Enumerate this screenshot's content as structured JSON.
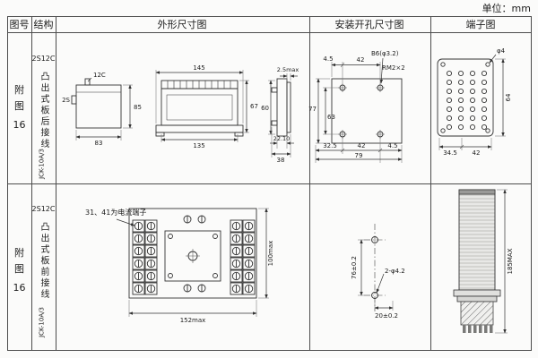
{
  "unit_label": "单位：mm",
  "headers": {
    "fig_no": "图号",
    "structure": "结构",
    "outline": "外形尺寸图",
    "mounting": "安装开孔尺寸图",
    "terminal": "端子图"
  },
  "row1": {
    "fig": {
      "l1": "附",
      "l2": "图",
      "l3": "16"
    },
    "struct": {
      "model": "2S12C",
      "desc": "凸出式板后接线",
      "type": "JCK-10A/3"
    },
    "outline": {
      "lead_top": "12C",
      "lead_left": "2S",
      "body_w": "83",
      "body_h": "85",
      "total_w": "145",
      "inner_w": "135",
      "front_h": "67",
      "panel_t": "2.5max",
      "side_h": "60",
      "depth1": "22.10",
      "depth2": "38"
    },
    "mount": {
      "top_off": "4.5",
      "top_span": "42",
      "hole": "B6(φ3.2)",
      "screw": "RM2×2",
      "left_total": "77",
      "left_inner": "63",
      "bot1": "32.5",
      "bot2": "42",
      "bot_total": "79",
      "bot_off": "4.5"
    },
    "term": {
      "hole": "φ4",
      "bot1": "34.5",
      "bot2": "42",
      "right_h": "64"
    }
  },
  "row2": {
    "fig": {
      "l1": "附",
      "l2": "图",
      "l3": "16"
    },
    "struct": {
      "model": "2S12C",
      "desc": "凸出式板前接线",
      "type": "JCK-10A/3"
    },
    "outline": {
      "note": "31、41为电流端子",
      "height": "100max",
      "width": "152max"
    },
    "mount": {
      "v_span": "76±0.2",
      "hole": "2-φ4.2",
      "h_span": "20±0.2"
    },
    "term": {
      "height": "185MAX"
    }
  }
}
